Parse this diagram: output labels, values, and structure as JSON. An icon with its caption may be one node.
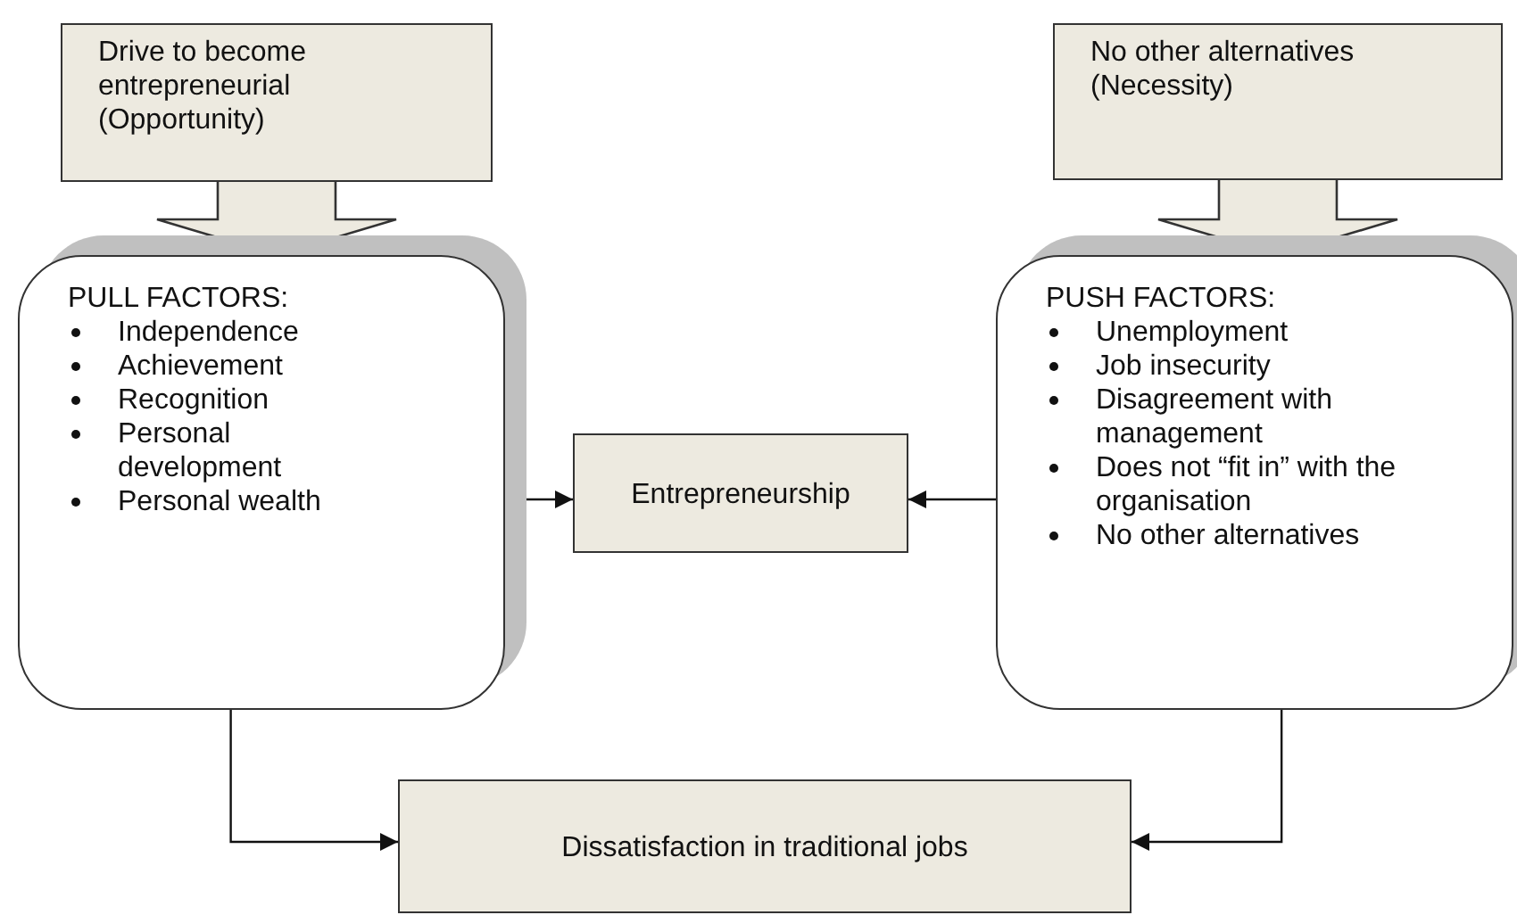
{
  "diagram": {
    "nodes": [
      {
        "text": [
          "Drive to become entrepreneurial (Opportunity)"
        ]
      },
      {
        "text": [
          "No other alternatives (Necessity)"
        ]
      },
      {
        "text": [
          "PULL FACTORS:",
          "Independence",
          "Achievement",
          "Recognition",
          "Personal development",
          "Personal wealth"
        ]
      },
      {
        "text": [
          "Entrepreneurship"
        ]
      },
      {
        "text": [
          "PUSH FACTORS:",
          "Unemployment",
          "Job insecurity",
          "Disagreement with management",
          "Does not “fit in” with the organisation",
          "No other alternatives"
        ]
      },
      {
        "text": [
          "Dissatisfaction in traditional jobs"
        ]
      }
    ],
    "edges": [
      {
        "from": 0,
        "to": 2,
        "arrow": "to",
        "style": "thick"
      },
      {
        "from": 1,
        "to": 4,
        "arrow": "to",
        "style": "thick"
      },
      {
        "from": 2,
        "to": 3,
        "arrow": "to"
      },
      {
        "from": 4,
        "to": 3,
        "arrow": "to"
      },
      {
        "from": 2,
        "to": 5,
        "arrow": "to"
      },
      {
        "from": 4,
        "to": 5,
        "arrow": "to"
      }
    ]
  }
}
